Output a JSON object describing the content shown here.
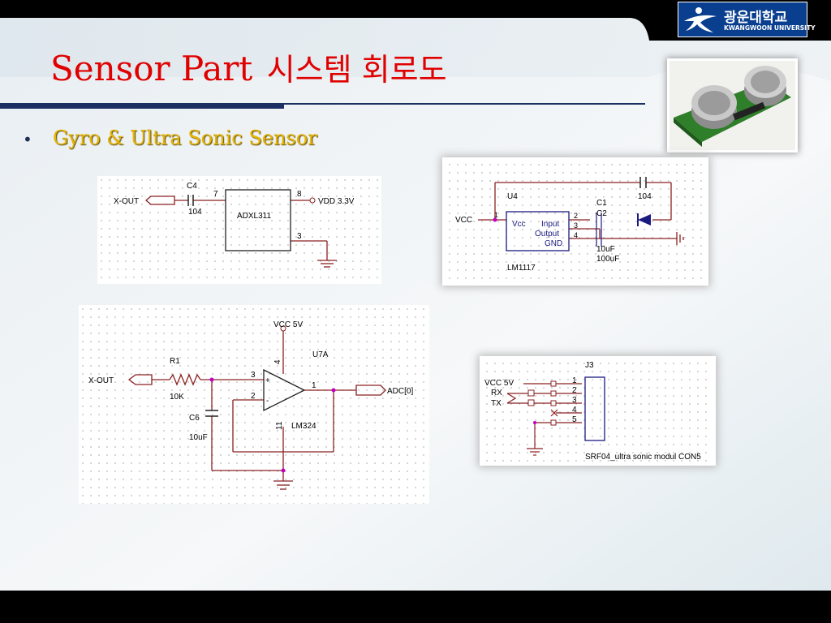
{
  "slide": {
    "title_en": "Sensor Part",
    "title_ko": "시스템 회로도",
    "bullet": "Gyro & Ultra Sonic Sensor"
  },
  "logo": {
    "text_ko": "광운대학교",
    "text_en": "KWANGWOON UNIVERSITY"
  },
  "circuit_adxl": {
    "input_label": "X-OUT",
    "cap_ref": "C4",
    "cap_value": "104",
    "chip": "ADXL311",
    "pin_out": "7",
    "pin_vdd": "8",
    "pin_gnd": "3",
    "vdd_label": "VDD 3.3V"
  },
  "circuit_regulator": {
    "chip_ref": "U4",
    "chip_name": "LM1117",
    "vcc_label": "VCC",
    "pin_in_label": "Vcc",
    "pin_names": [
      "Input",
      "Output",
      "GND"
    ],
    "pin_numbers": [
      "1",
      "2",
      "3",
      "4"
    ],
    "cap1_ref": "C1",
    "cap2_ref": "C2",
    "cap_values": [
      "10uF",
      "100uF"
    ],
    "cap_top_value": "104"
  },
  "circuit_opamp": {
    "vcc_label": "VCC 5V",
    "chip_ref": "U7A",
    "chip_name": "LM324",
    "input_label": "X-OUT",
    "output_label": "ADC[0]",
    "r_ref": "R1",
    "r_value": "10K",
    "c_ref": "C6",
    "c_value": "10uF",
    "pin_vcc": "4",
    "pin_in_plus": "3",
    "pin_in_minus": "2",
    "pin_out": "1",
    "pin_gnd": "11",
    "plus_sign": "+",
    "minus_sign": "-"
  },
  "circuit_connector": {
    "ref": "J3",
    "signals": [
      "VCC 5V",
      "RX",
      "TX"
    ],
    "pins": [
      "1",
      "2",
      "3",
      "4",
      "5"
    ],
    "name": "SRF04_ultra sonic modul CON5"
  },
  "colors": {
    "title": "#e00000",
    "bullet": "#e8b400",
    "wire": "#8b2020",
    "pin": "#1a1a80",
    "junction": "#c000c0",
    "logo_bg": "#0a3f8f"
  }
}
